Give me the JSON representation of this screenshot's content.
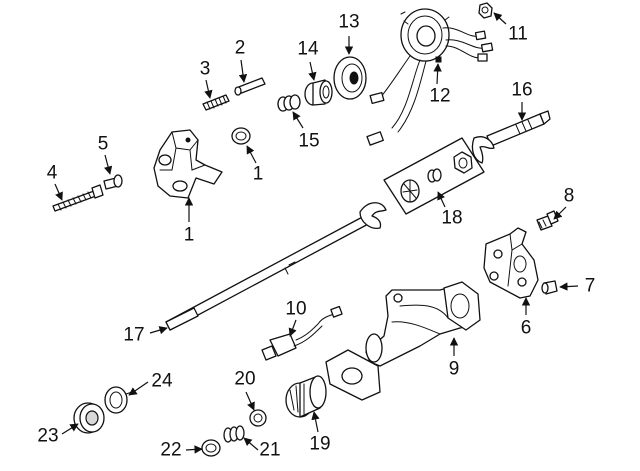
{
  "callouts": {
    "c1a": "1",
    "c1b": "1",
    "c2": "2",
    "c3": "3",
    "c4": "4",
    "c5": "5",
    "c6": "6",
    "c7": "7",
    "c8": "8",
    "c9": "9",
    "c10": "10",
    "c11": "11",
    "c12": "12",
    "c13": "13",
    "c14": "14",
    "c15": "15",
    "c16": "16",
    "c17": "17",
    "c18": "18",
    "c19": "19",
    "c20": "20",
    "c21": "21",
    "c22": "22",
    "c23": "23",
    "c24": "24"
  },
  "colors": {
    "line": "#111111",
    "background": "#ffffff",
    "shade": "#d9d9d9"
  }
}
